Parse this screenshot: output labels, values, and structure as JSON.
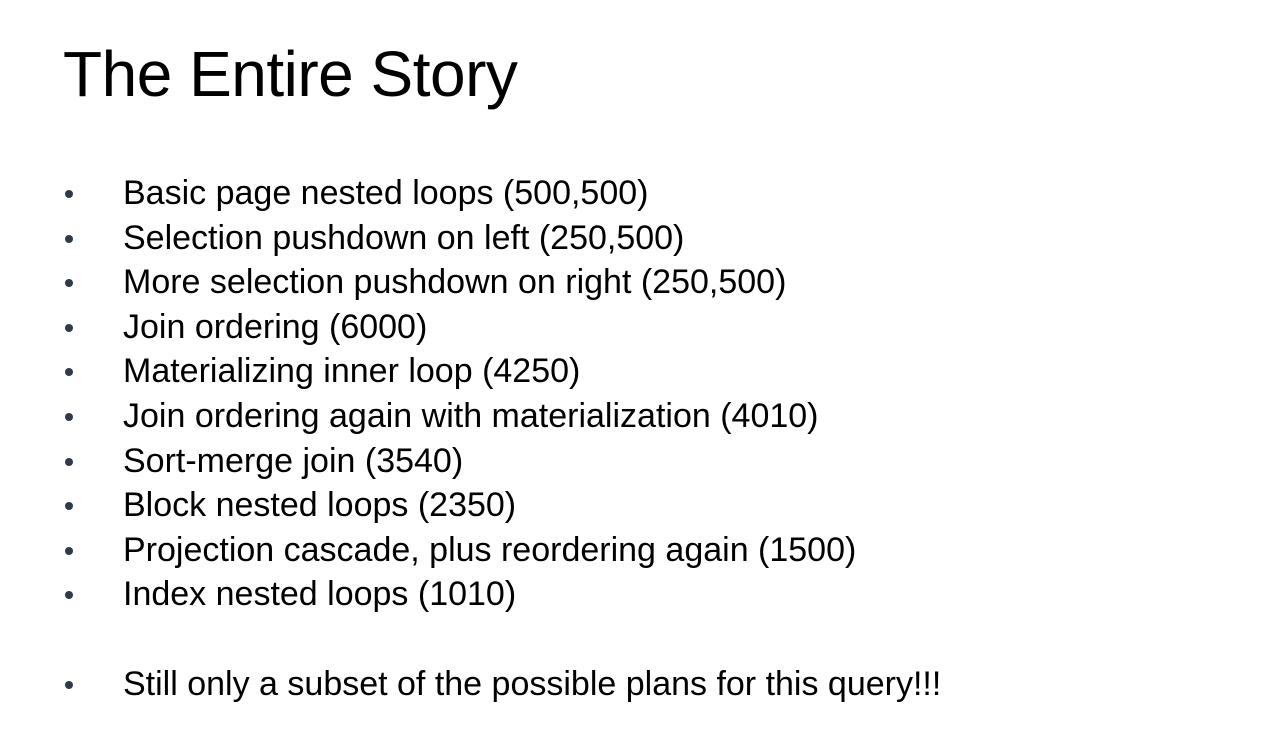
{
  "slide": {
    "title": "The Entire Story",
    "bullets": [
      "Basic page nested loops (500,500)",
      "Selection pushdown on left (250,500)",
      "More selection pushdown on right (250,500)",
      "Join ordering (6000)",
      "Materializing inner loop (4250)",
      "Join ordering again with materialization (4010)",
      "Sort-merge join (3540)",
      "Block nested loops (2350)",
      "Projection cascade, plus reordering again (1500)",
      "Index nested loops (1010)"
    ],
    "closing_bullet": "Still only a subset of the possible plans for this query!!!"
  },
  "colors": {
    "background": "#ffffff",
    "text": "#000000",
    "bullet_dot": "#2f3a4a"
  }
}
